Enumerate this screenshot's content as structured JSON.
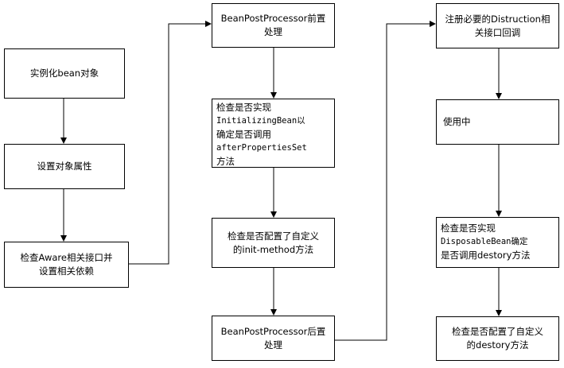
{
  "nodes": {
    "instantiate": {
      "lines": [
        "实例化bean对象"
      ]
    },
    "set_props": {
      "lines": [
        "设置对象属性"
      ]
    },
    "aware": {
      "lines": [
        "检查Aware相关接口并",
        "设置相关依赖"
      ]
    },
    "bpp_before": {
      "lines": [
        "BeanPostProcessor前置",
        "处理"
      ]
    },
    "initializing": {
      "lines": [
        "检查是否实现",
        "InitializingBean以",
        "确定是否调用",
        "afterPropertiesSet",
        "方法"
      ]
    },
    "init_method": {
      "lines": [
        "检查是否配置了自定义",
        "的init-method方法"
      ]
    },
    "bpp_after": {
      "lines": [
        "BeanPostProcessor后置",
        "处理"
      ]
    },
    "register_destruction": {
      "lines": [
        "注册必要的Distruction相",
        "关接口回调"
      ]
    },
    "in_use": {
      "lines": [
        "使用中"
      ]
    },
    "disposable": {
      "lines": [
        "检查是否实现",
        "DisposableBean确定",
        "是否调用destory方法"
      ]
    },
    "destroy_method": {
      "lines": [
        "检查是否配置了自定义",
        "的destory方法"
      ]
    }
  }
}
